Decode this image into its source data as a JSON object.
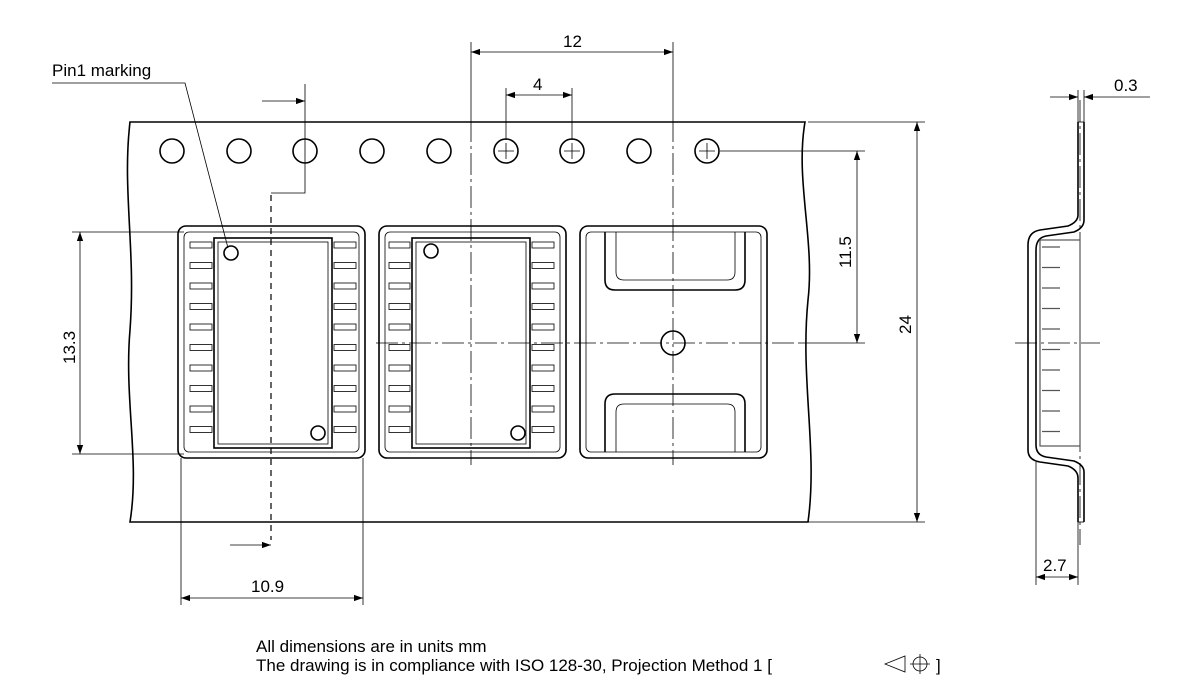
{
  "labels": {
    "pin1_marking": "Pin1 marking",
    "pitch_total": "12",
    "pitch_hole": "4",
    "thickness": "0.3",
    "hole_to_center": "11.5",
    "tape_width": "24",
    "pocket_height": "13.3",
    "pocket_width": "10.9",
    "pocket_depth": "2.7"
  },
  "notes": {
    "units": "All dimensions are in units mm",
    "standard": "The drawing is in compliance with ISO 128-30, Projection Method 1 [",
    "standard_end": "]"
  }
}
